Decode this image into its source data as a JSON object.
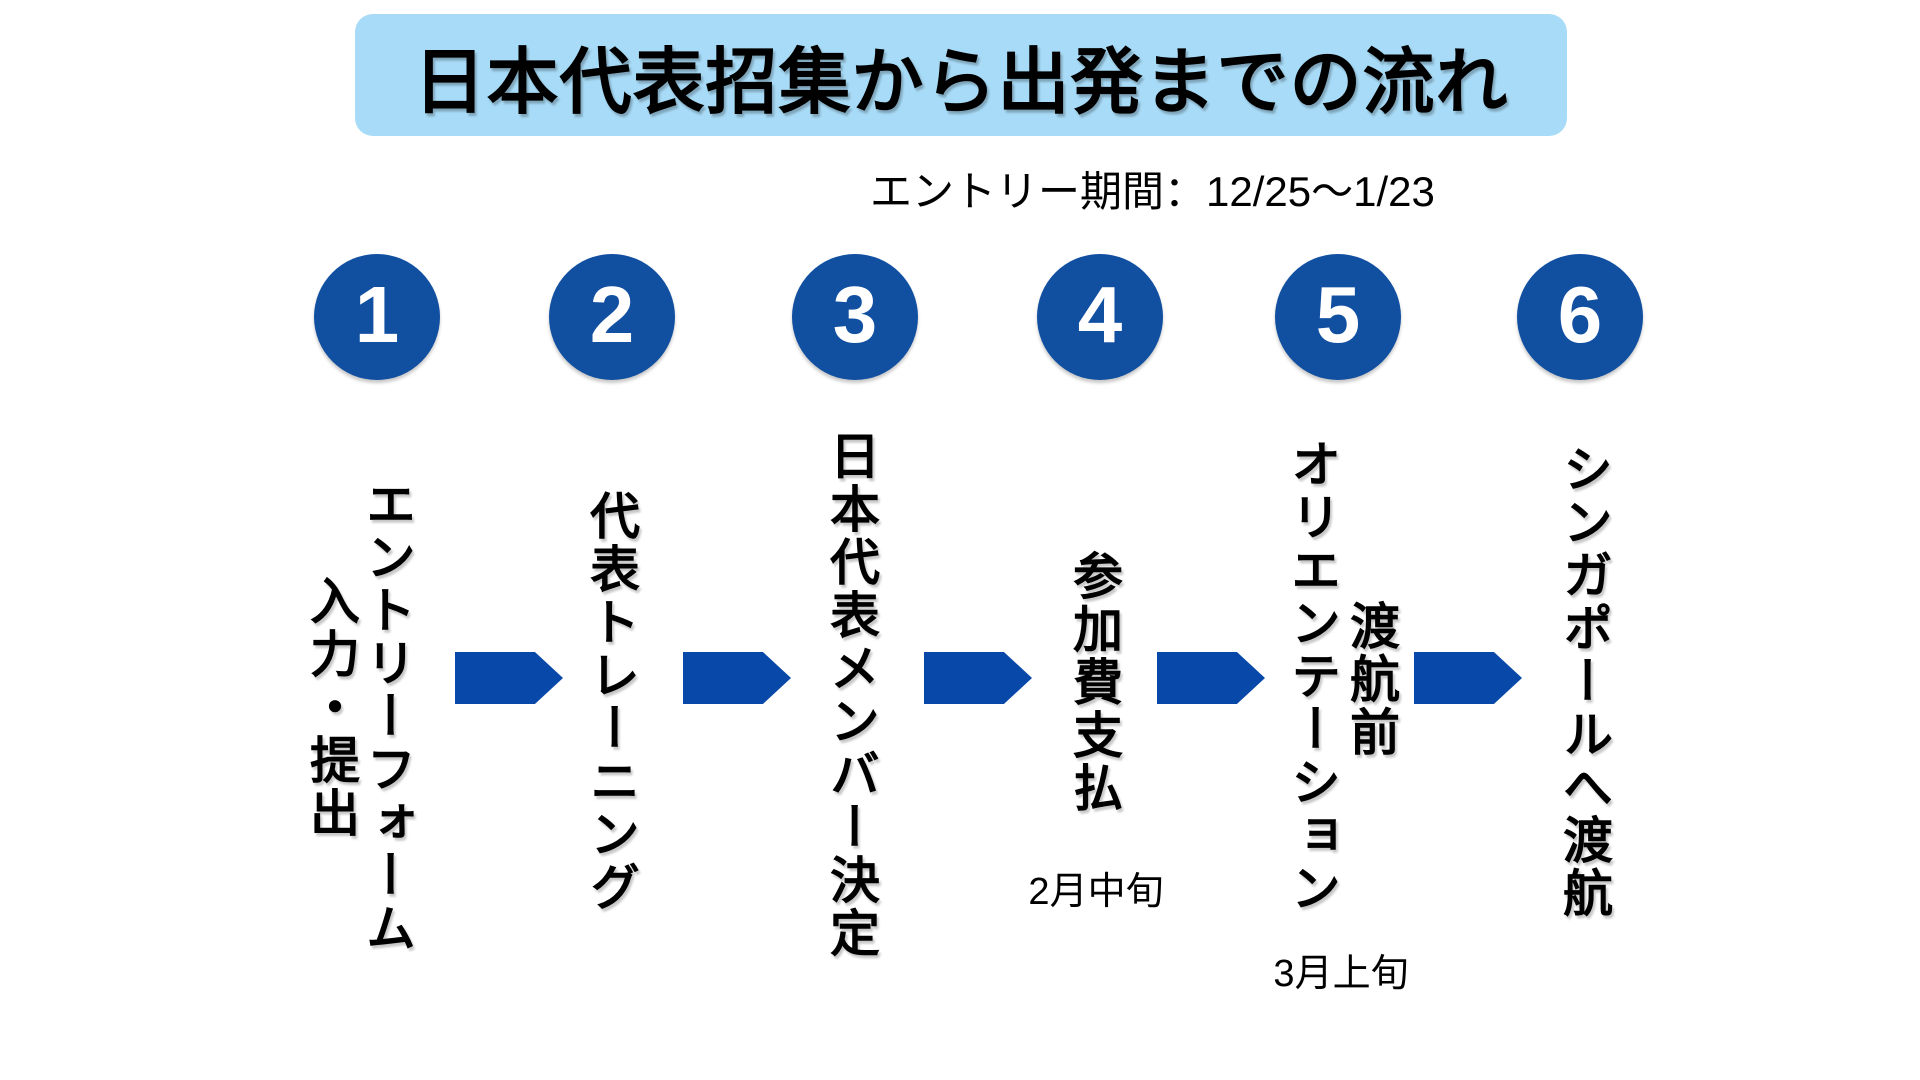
{
  "title": "日本代表招集から出発までの流れ",
  "subtitle": "エントリー期間：12/25〜1/23",
  "colors": {
    "title_bg": "#a8dbf7",
    "circle_blue": "#114fa1",
    "arrow_blue": "#0848a8",
    "text": "#000000"
  },
  "steps": [
    {
      "number": "1",
      "label_col1": "エントリーフォーム",
      "label_col2": "入力・提出",
      "date": ""
    },
    {
      "number": "2",
      "label_col1": "代表トレーニング",
      "label_col2": "",
      "date": ""
    },
    {
      "number": "3",
      "label_col1": "日本代表メンバー決定",
      "label_col2": "",
      "date": ""
    },
    {
      "number": "4",
      "label_col1": "参加費支払",
      "label_col2": "",
      "date": "2月中旬"
    },
    {
      "number": "5",
      "label_col1": "渡航前",
      "label_col2": "オリエンテーション",
      "date": "3月上旬"
    },
    {
      "number": "6",
      "label_col1": "シンガポールへ渡航",
      "label_col2": "",
      "date": ""
    }
  ],
  "icons": {
    "arrow": "right-arrow"
  }
}
